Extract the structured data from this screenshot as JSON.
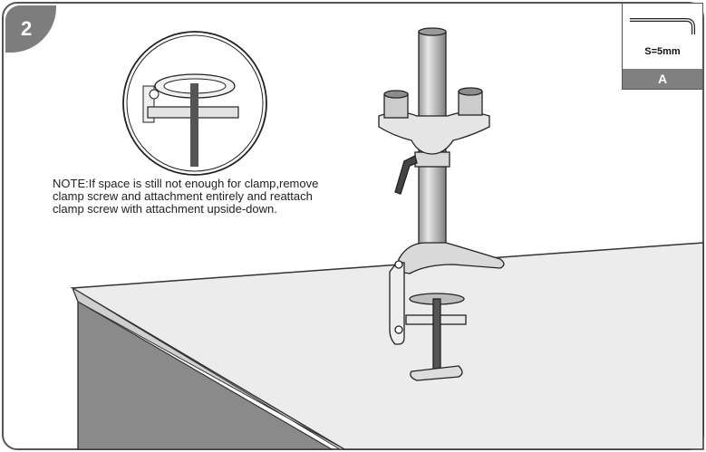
{
  "step": {
    "number": "2"
  },
  "note": {
    "text": "NOTE:If space is still not enough for clamp,remove clamp screw and attachment entirely and reattach clamp screw with attachment upside-down."
  },
  "tool": {
    "size_label": "S=5mm",
    "letter": "A",
    "icon": "allen-key-icon"
  },
  "colors": {
    "frame": "#555555",
    "badge": "#7d7d7d",
    "table_side": "#8a8a8a",
    "table_top": "#ececec",
    "tool_footer": "#808080"
  }
}
